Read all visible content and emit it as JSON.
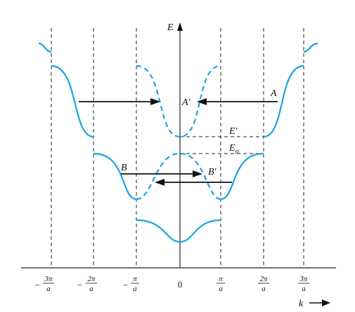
{
  "axes": {
    "y_label": "E",
    "x_label": "k"
  },
  "tick_labels": {
    "neg3": {
      "sign": "−",
      "num": "3π",
      "den": "a"
    },
    "neg2": {
      "sign": "−",
      "num": "2π",
      "den": "a"
    },
    "neg1": {
      "sign": "−",
      "num": "π",
      "den": "a"
    },
    "zero": "0",
    "pos1": {
      "num": "π",
      "den": "a"
    },
    "pos2": {
      "num": "2π",
      "den": "a"
    },
    "pos3": {
      "num": "3π",
      "den": "a"
    }
  },
  "point_labels": {
    "a": "A",
    "a_prime": "A′",
    "b": "B",
    "b_prime": "B′"
  },
  "energy_labels": {
    "e_prime": "E′",
    "e_o": "E",
    "e_o_sub": "o"
  },
  "colors": {
    "band": "#1aa3e0",
    "lines": "#222222"
  }
}
